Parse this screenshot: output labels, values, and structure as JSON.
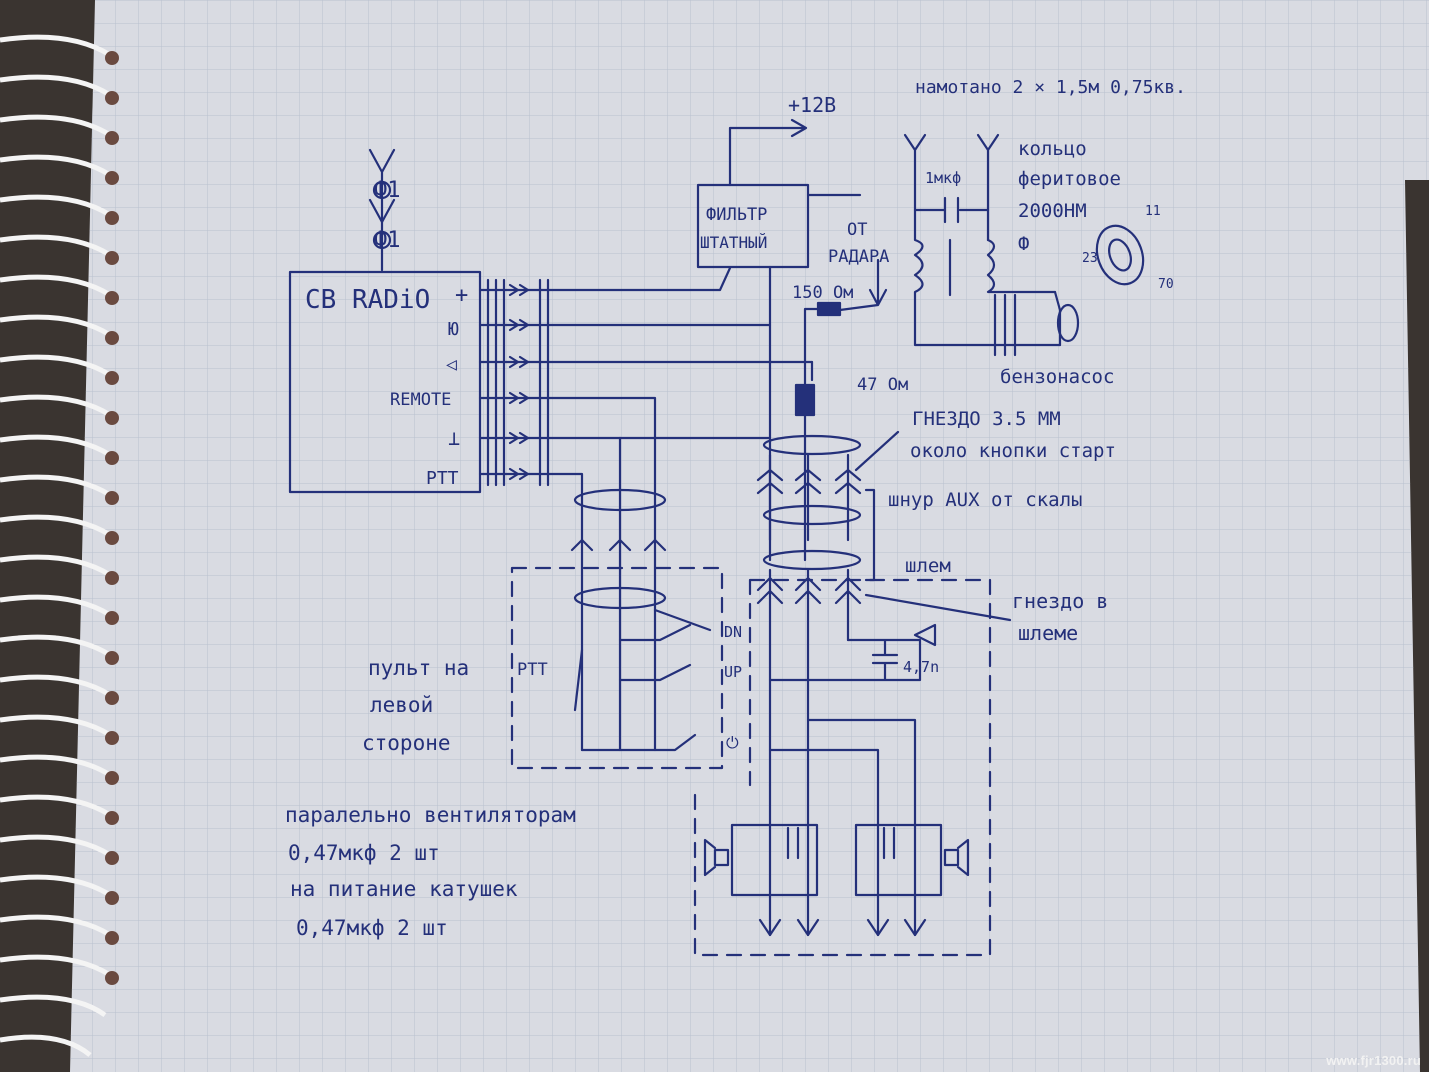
{
  "colors": {
    "paper": "#d9dbe2",
    "grid": "#b9c0cf",
    "ink": "#24307a",
    "background": "#3a3430"
  },
  "radio": {
    "title": "CB RADiO",
    "plus": "+",
    "pin_mic": "Ю",
    "pin_speaker_icon": "speaker-icon",
    "pin_remote": "REMOTE",
    "pin_ground": "⊥",
    "pin_ptt": "PTT"
  },
  "antenna": {
    "label_top": "Ф1",
    "label_bottom": "Ф1"
  },
  "power": {
    "plus12": "+12В",
    "filter_line1": "ФИЛЬТР",
    "filter_line2": "ШТАТНЫЙ"
  },
  "radar": {
    "line1": "ОТ",
    "line2": "РАДАРА"
  },
  "resistors": {
    "r150": "150 Ом",
    "r47": "47 Ом"
  },
  "jack35": {
    "line1": "ГНЕЗДО 3.5 ММ",
    "line2": "около кнопки старт"
  },
  "aux_cord": "шнур AUX от скалы",
  "helmet": {
    "label": "шлем",
    "jack_line1": "гнездо в",
    "jack_line2": "шлеме"
  },
  "filter_note": {
    "wound": "намотано 2 × 1,5м 0,75кв.",
    "cap": "1мкф",
    "ring_line1": "кольцо",
    "ring_line2": "феритовое",
    "ring_line3": "2000НМ",
    "ring_line4": "Ф",
    "dim_top": "11",
    "dim_left": "23",
    "dim_right": "70",
    "pump": "бензонасос"
  },
  "remote": {
    "ptt": "PTT",
    "dn": "DN",
    "up": "UP",
    "power": "⏻",
    "caption_line1": "пульт на",
    "caption_line2": "левой",
    "caption_line3": "стороне"
  },
  "mic_cap": "4,7n",
  "notes": {
    "line1": "паралельно вентиляторам",
    "line2": "0,47мкф 2 шт",
    "line3": "на питание катушек",
    "line4": "0,47мкф 2 шт"
  },
  "watermark": "www.fjr1300.ru"
}
